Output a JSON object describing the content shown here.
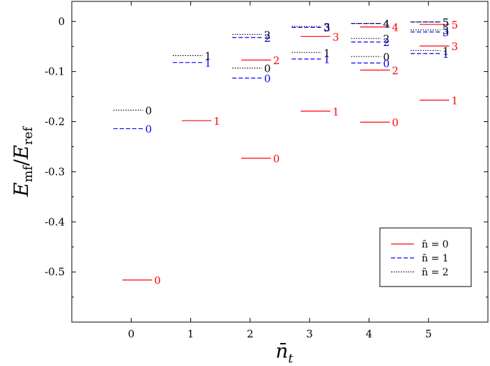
{
  "chart_data": {
    "type": "scatter",
    "xlim": [
      -1,
      6
    ],
    "ylim": [
      -0.6,
      0.04
    ],
    "x_ticks": [
      "0",
      "1",
      "2",
      "3",
      "4",
      "5"
    ],
    "y_ticks": [
      {
        "value": 0,
        "label": "0"
      },
      {
        "value": -0.1,
        "label": "-0.1"
      },
      {
        "value": -0.2,
        "label": "-0.2"
      },
      {
        "value": -0.3,
        "label": "-0.3"
      },
      {
        "value": -0.4,
        "label": "-0.4"
      },
      {
        "value": -0.5,
        "label": "-0.5"
      }
    ],
    "xlabel": {
      "base": "n̄",
      "sub": "t"
    },
    "ylabel": {
      "num": "E",
      "num_sub": "mf",
      "den": "E",
      "den_sub": "ref"
    },
    "grid": false,
    "legend": {
      "position": "bottom-right",
      "entries": [
        {
          "label": "n̄ = 0",
          "series": 0
        },
        {
          "label": "n̄ = 1",
          "series": 1
        },
        {
          "label": "n̄ = 2",
          "series": 2
        }
      ]
    },
    "series": [
      {
        "label": "n̄ = 0",
        "color": "#ff0000",
        "dash": "solid",
        "points": [
          {
            "x": 0,
            "y": -0.516,
            "label": "0"
          },
          {
            "x": 1,
            "y": -0.198,
            "label": "1"
          },
          {
            "x": 2,
            "y": -0.273,
            "label": "0"
          },
          {
            "x": 2,
            "y": -0.077,
            "label": "2"
          },
          {
            "x": 3,
            "y": -0.179,
            "label": "1"
          },
          {
            "x": 3,
            "y": -0.03,
            "label": "3"
          },
          {
            "x": 4,
            "y": -0.201,
            "label": "0"
          },
          {
            "x": 4,
            "y": -0.097,
            "label": "2"
          },
          {
            "x": 4,
            "y": -0.011,
            "label": "4"
          },
          {
            "x": 5,
            "y": -0.157,
            "label": "1"
          },
          {
            "x": 5,
            "y": -0.049,
            "label": "3"
          },
          {
            "x": 5,
            "y": -0.006,
            "label": "5"
          }
        ]
      },
      {
        "label": "n̄ = 1",
        "color": "#0000ff",
        "dash": "dashed",
        "points": [
          {
            "x": 0,
            "y": -0.214,
            "label": "0"
          },
          {
            "x": 1,
            "y": -0.082,
            "label": "1"
          },
          {
            "x": 2,
            "y": -0.113,
            "label": "0"
          },
          {
            "x": 2,
            "y": -0.032,
            "label": "2"
          },
          {
            "x": 3,
            "y": -0.075,
            "label": "1"
          },
          {
            "x": 3,
            "y": -0.012,
            "label": "3"
          },
          {
            "x": 4,
            "y": -0.083,
            "label": "0"
          },
          {
            "x": 4,
            "y": -0.041,
            "label": "2"
          },
          {
            "x": 4,
            "y": -0.004,
            "label": "4"
          },
          {
            "x": 5,
            "y": -0.064,
            "label": "1"
          },
          {
            "x": 5,
            "y": -0.021,
            "label": "3"
          },
          {
            "x": 5,
            "y": -0.001,
            "label": "5"
          }
        ]
      },
      {
        "label": "n̄ = 2",
        "color": "#000000",
        "dash": "dotted",
        "points": [
          {
            "x": 0,
            "y": -0.177,
            "label": "0"
          },
          {
            "x": 1,
            "y": -0.068,
            "label": "1"
          },
          {
            "x": 2,
            "y": -0.093,
            "label": "0"
          },
          {
            "x": 2,
            "y": -0.026,
            "label": "2"
          },
          {
            "x": 3,
            "y": -0.062,
            "label": "1"
          },
          {
            "x": 3,
            "y": -0.01,
            "label": "3"
          },
          {
            "x": 4,
            "y": -0.07,
            "label": "0"
          },
          {
            "x": 4,
            "y": -0.034,
            "label": "2"
          },
          {
            "x": 4,
            "y": -0.004,
            "label": "4"
          },
          {
            "x": 5,
            "y": -0.058,
            "label": "1"
          },
          {
            "x": 5,
            "y": -0.017,
            "label": "3"
          },
          {
            "x": 5,
            "y": -0.001,
            "label": "5"
          }
        ]
      }
    ]
  }
}
